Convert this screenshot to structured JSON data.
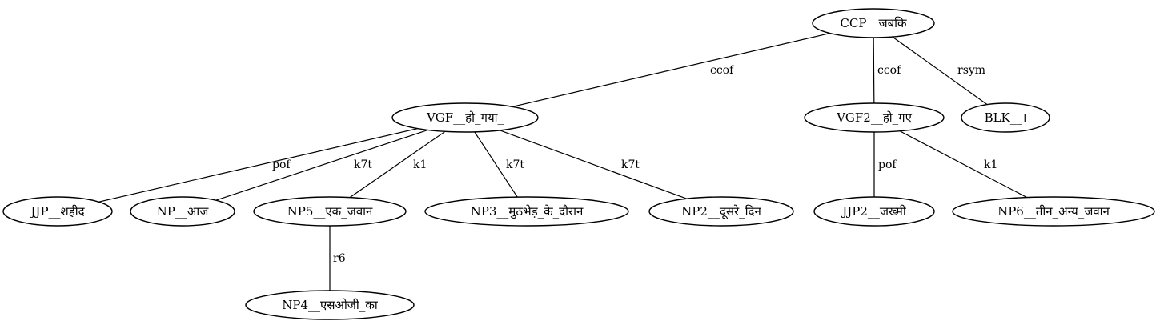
{
  "tree": {
    "nodes": [
      {
        "id": "ccp",
        "label": "CCP__जबकि"
      },
      {
        "id": "vgf",
        "label": "VGF__हो_गया_"
      },
      {
        "id": "vgf2",
        "label": "VGF2__हो_गए"
      },
      {
        "id": "blk",
        "label": "BLK__।"
      },
      {
        "id": "jjp",
        "label": "JJP__शहीद"
      },
      {
        "id": "np",
        "label": "NP__आज"
      },
      {
        "id": "np5",
        "label": "NP5__एक_जवान"
      },
      {
        "id": "np3",
        "label": "NP3__मुठभेड़_के_दौरान"
      },
      {
        "id": "np2",
        "label": "NP2__दूसरे_दिन"
      },
      {
        "id": "jjp2",
        "label": "JJP2__जख्मी"
      },
      {
        "id": "np6",
        "label": "NP6__तीन_अन्य_जवान"
      },
      {
        "id": "np4",
        "label": "NP4__एसओजी_का"
      }
    ],
    "edges": [
      {
        "from": "ccp",
        "to": "vgf",
        "label": "ccof"
      },
      {
        "from": "ccp",
        "to": "vgf2",
        "label": "ccof"
      },
      {
        "from": "ccp",
        "to": "blk",
        "label": "rsym"
      },
      {
        "from": "vgf",
        "to": "jjp",
        "label": "pof"
      },
      {
        "from": "vgf",
        "to": "np",
        "label": "k7t"
      },
      {
        "from": "vgf",
        "to": "np5",
        "label": "k1"
      },
      {
        "from": "vgf",
        "to": "np3",
        "label": "k7t"
      },
      {
        "from": "vgf",
        "to": "np2",
        "label": "k7t"
      },
      {
        "from": "vgf2",
        "to": "jjp2",
        "label": "pof"
      },
      {
        "from": "vgf2",
        "to": "np6",
        "label": "k1"
      },
      {
        "from": "np5",
        "to": "np4",
        "label": "r6"
      }
    ]
  }
}
